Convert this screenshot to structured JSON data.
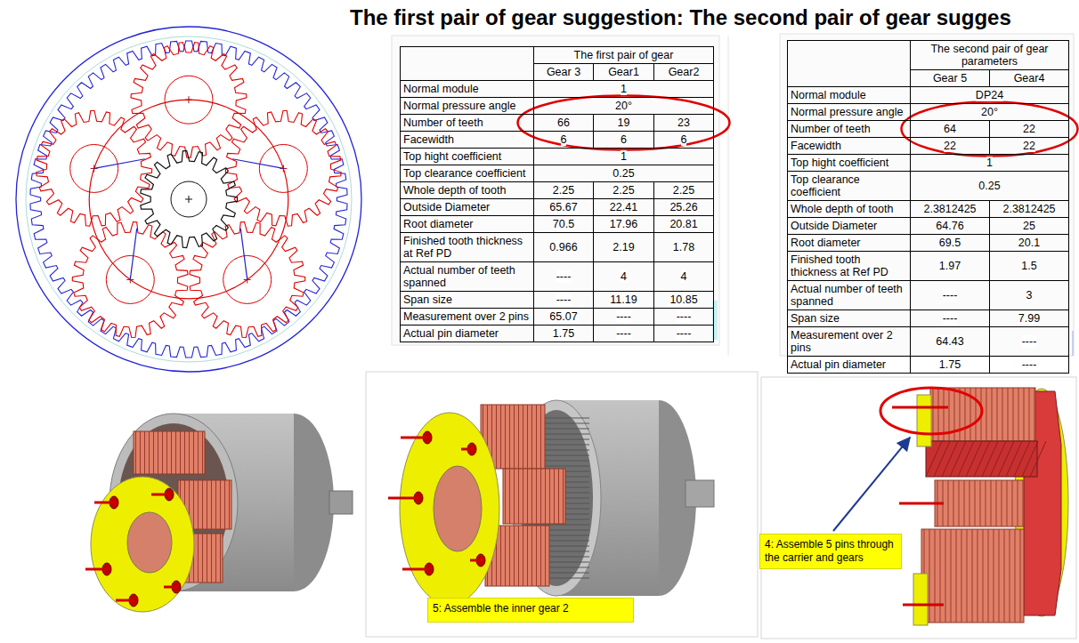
{
  "diagram": {
    "title": "The first pair of gear suggestion: The second pair of gear sugges",
    "nodes": [
      {
        "text": [
          "4: Assemble 5 pins through the carrier and gears"
        ]
      },
      {
        "text": [
          "5: Assemble the inner gear 2"
        ]
      }
    ],
    "labels": [
      "The first pair of gear",
      "Gear 3",
      "Gear1",
      "Gear2",
      "Normal module",
      "1",
      "Normal pressure angle",
      "20°",
      "Number of teeth",
      "66",
      "19",
      "23",
      "Facewidth",
      "6",
      "6",
      "6",
      "Top hight coefficient",
      "1",
      "Top clearance coefficient",
      "0.25",
      "Whole depth of tooth",
      "2.25",
      "2.25",
      "2.25",
      "Outside Diameter",
      "65.67",
      "22.41",
      "25.26",
      "Root diameter",
      "70.5",
      "17.96",
      "20.81",
      "Finished tooth thickness at Ref PD",
      "0.966",
      "2.19",
      "1.78",
      "Actual number of teeth spanned",
      "----",
      "4",
      "4",
      "Span size",
      "----",
      "11.19",
      "10.85",
      "Measurement over 2 pins",
      "65.07",
      "----",
      "----",
      "Actual pin diameter",
      "1.75",
      "----",
      "----",
      "The second pair of gear parameters",
      "Gear 5",
      "Gear4",
      "Normal module",
      "DP24",
      "Normal pressure angle",
      "20°",
      "Number of teeth",
      "64",
      "22",
      "Facewidth",
      "22",
      "22",
      "Top hight coefficient",
      "1",
      "Top clearance coefficient",
      "0.25",
      "Whole depth of tooth",
      "2.3812425",
      "2.3812425",
      "Outside Diameter",
      "64.76",
      "25",
      "Root diameter",
      "69.5",
      "20.1",
      "Finished tooth thickness at Ref PD",
      "1.97",
      "1.5",
      "Actual number of teeth spanned",
      "----",
      "3",
      "Span size",
      "----",
      "7.99",
      "Measurement over 2 pins",
      "64.43",
      "----",
      "Actual pin diameter",
      "1.75",
      "----"
    ]
  }
}
